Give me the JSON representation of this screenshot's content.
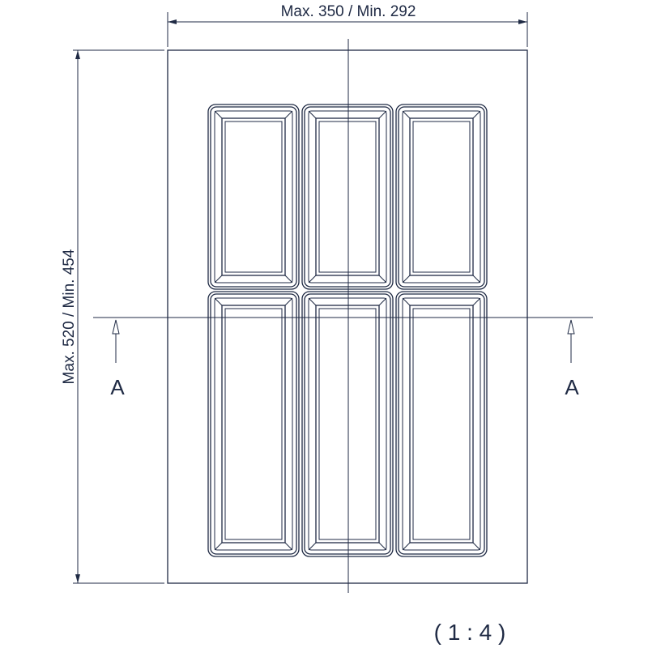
{
  "dimensions": {
    "width_label": "Max. 350 / Min. 292",
    "height_label": "Max. 520 / Min. 454"
  },
  "section_marker": {
    "left": "A",
    "right": "A"
  },
  "scale_label": "( 1 : 4 )",
  "colors": {
    "line": "#1f2a44",
    "background": "#ffffff"
  },
  "drawer_insert": {
    "compartment_columns": 3,
    "compartment_rows": 2
  }
}
